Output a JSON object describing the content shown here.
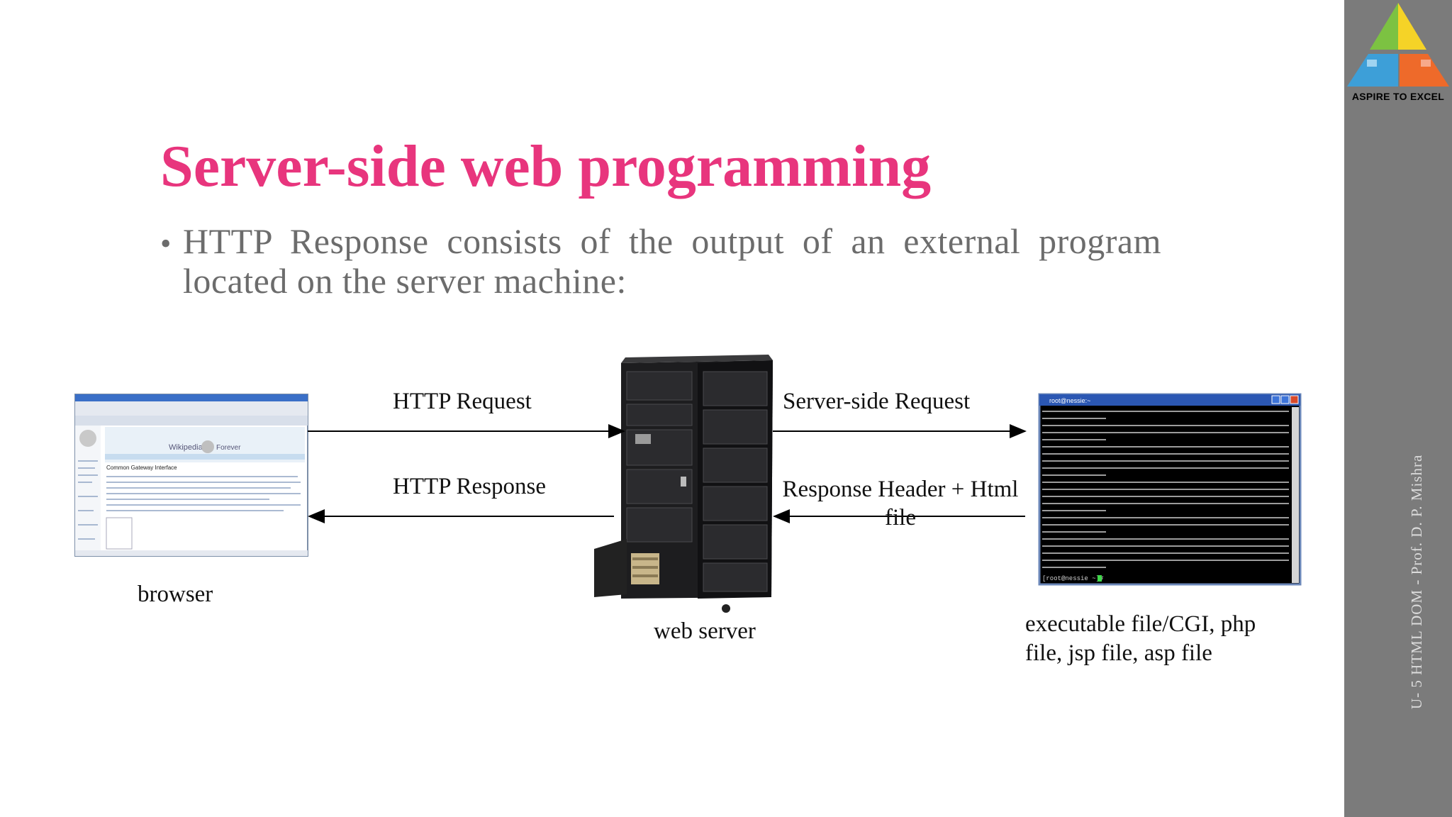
{
  "slide": {
    "title": "Server-side web programming",
    "bullet": "HTTP Response consists of the output of an external program located on the server machine:",
    "bullet_symbol": "•"
  },
  "diagram": {
    "http_request": "HTTP Request",
    "http_response": "HTTP Response",
    "server_side_request": "Server-side Request",
    "response_header": "Response Header + Html file",
    "browser_label": "browser",
    "server_label": "web server",
    "executable_label": "executable file/CGI, php file, jsp file, asp file",
    "browser_logo_text": "Wikipedia",
    "browser_banner_text": "Forever",
    "browser_article_title": "Common Gateway Interface",
    "terminal_title": "root@nessie:~",
    "terminal_prompt": "[root@nessie ~]#"
  },
  "sidebar": {
    "logo_text": "ASPIRE TO EXCEL",
    "caption": "U- 5 HTML DOM - Prof. D. P. Mishra"
  },
  "colors": {
    "title": "#e8357d",
    "body_text": "#6c6c6c",
    "sidebar": "#7b7b7b",
    "logo_green": "#7cc242",
    "logo_yellow": "#f5d327",
    "logo_blue": "#3d9fd8",
    "logo_orange": "#ee6a2a"
  }
}
